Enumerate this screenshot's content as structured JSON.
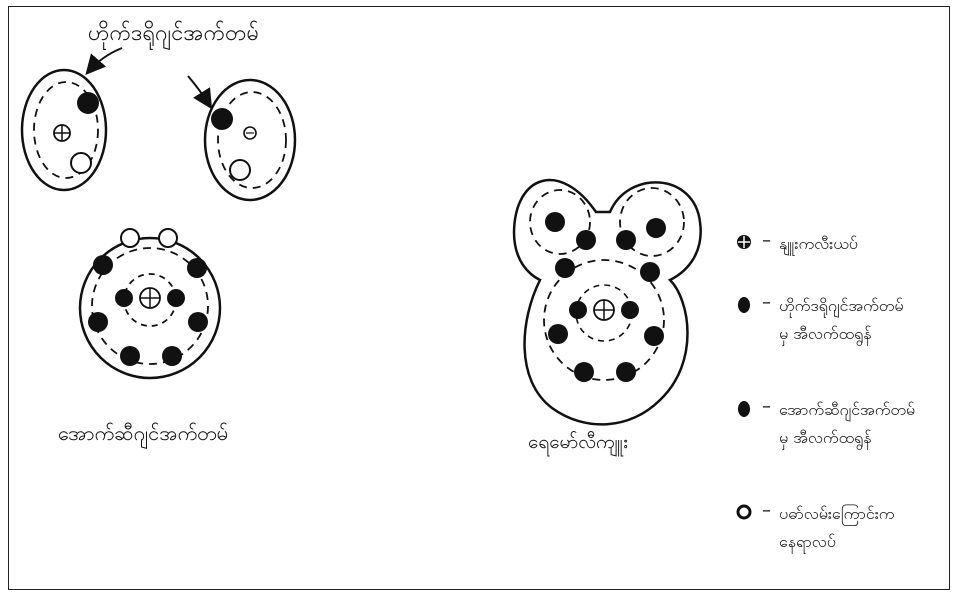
{
  "labels": {
    "hydrogen_atom": "ဟိုက်ဒရိုဂျင်အက်တမ်",
    "oxygen_atom": "အောက်ဆီဂျင်အက်တမ်",
    "water_molecule": "ရေမော်လီကျူး"
  },
  "legend": [
    {
      "icon": "nucleus-icon",
      "text": "နျူးကလီးယပ်"
    },
    {
      "icon": "filled-circle-icon",
      "text": "ဟိုက်ဒရိုဂျင်အက်တမ်\nမှ အီလက်ထရွန်"
    },
    {
      "icon": "filled-circle-icon",
      "text": "အောက်ဆီဂျင်အက်တမ်\nမှ အီလက်ထရွန်"
    },
    {
      "icon": "open-circle-icon",
      "text": "ပဓာ်လမ်းကြောင်းက\nနေရာလပ်"
    }
  ]
}
